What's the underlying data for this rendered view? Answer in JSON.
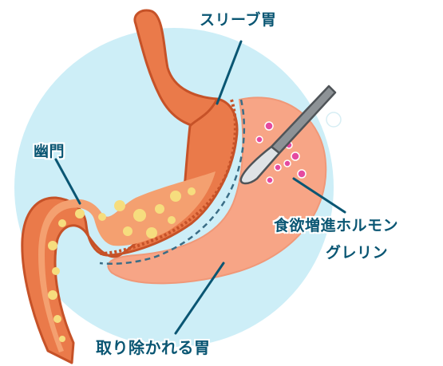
{
  "labels": {
    "sleeve_stomach": "スリーブ胃",
    "pylorus": "幽門",
    "appetite_hormone": "食欲増進ホルモン",
    "ghrelin": "グレリン",
    "removed_stomach": "取り除かれる胃"
  },
  "colors": {
    "background_circle": "#cdeef7",
    "stomach_orange": "#ea7a4a",
    "stomach_outline": "#c65228",
    "stomach_inner": "#f4a070",
    "removed_part": "#f7a586",
    "food_particle": "#f6dd7e",
    "hormone_dot": "#e44aa0",
    "leader_line": "#0a5673",
    "cut_line": "#3a6d86",
    "scalpel_handle": "#8d9296",
    "scalpel_blade": "#dfe3e6"
  }
}
